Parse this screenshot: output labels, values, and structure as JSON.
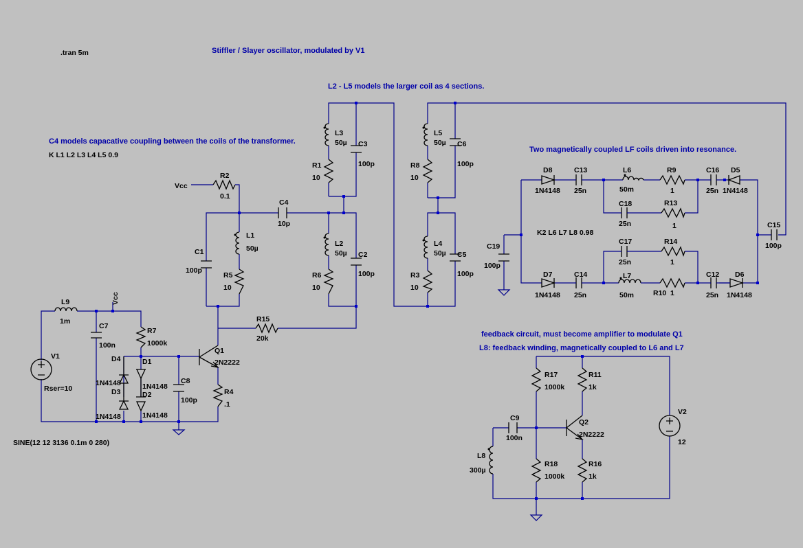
{
  "directives": {
    "tran": ".tran 5m",
    "coupling1": "K  L1 L2 L3 L4 L5 0.9",
    "coupling2": "K2 L6 L7 L8 0.98",
    "v1_source": "SINE(12 12 3136 0.1m 0 280)"
  },
  "comments": {
    "title": "Stiffler / Slayer oscillator, modulated by V1",
    "coil_sections": "L2 - L5 models the larger coil as 4 sections.",
    "c4_note": "C4 models capacative coupling between the coils of the transformer.",
    "lf_coils": "Two magnetically coupled LF coils driven into resonance.",
    "feedback1": "feedback circuit, must become amplifier to modulate Q1",
    "feedback2": "L8: feedback winding, magnetically coupled to L6 and L7"
  },
  "labels": {
    "vcc": "Vcc",
    "vcc2": "Vcc",
    "r2": "R2",
    "r2v": "0.1",
    "c4": "C4",
    "c4v": "10p",
    "l1": "L1",
    "l1v": "50µ",
    "r5": "R5",
    "r5v": "10",
    "c1": "C1",
    "c1v": "100p",
    "l2": "L2",
    "l2v": "50µ",
    "r6": "R6",
    "r6v": "10",
    "c2": "C2",
    "c2v": "100p",
    "l3": "L3",
    "l3v": "50µ",
    "r1": "R1",
    "r1v": "10",
    "c3": "C3",
    "c3v": "100p",
    "l5": "L5",
    "l5v": "50µ",
    "r8": "R8",
    "r8v": "10",
    "c6": "C6",
    "c6v": "100p",
    "l4": "L4",
    "l4v": "50µ",
    "r3": "R3",
    "r3v": "10",
    "c5": "C5",
    "c5v": "100p",
    "l9": "L9",
    "l9v": "1m",
    "v1": "V1",
    "rser": "Rser=10",
    "c7": "C7",
    "c7v": "100n",
    "r7": "R7",
    "r7v": "1000k",
    "d4": "D4",
    "d3": "D3",
    "d1": "D1",
    "d2": "D2",
    "d3v": "1N4148",
    "d4v": "1N4148",
    "d1v": "1N4148",
    "d2v": "1N4148",
    "c8": "C8",
    "c8v": "100p",
    "q1": "Q1",
    "q1v": "2N2222",
    "r4": "R4",
    "r4v": ".1",
    "r15": "R15",
    "r15v": "20k",
    "d8": "D8",
    "d8v": "1N4148",
    "c13": "C13",
    "c13v": "25n",
    "l6": "L6",
    "l6v": "50m",
    "r9": "R9",
    "r9v": "1",
    "c16": "C16",
    "c16v": "25n",
    "d5": "D5",
    "d5v": "1N4148",
    "c18": "C18",
    "c18v": "25n",
    "r13": "R13",
    "r13v": "1",
    "c19": "C19",
    "c19v": "100p",
    "c15": "C15",
    "c15v": "100p",
    "c17": "C17",
    "c17v": "25n",
    "r14": "R14",
    "r14v": "1",
    "d7": "D7",
    "d7v": "1N4148",
    "c14": "C14",
    "c14v": "25n",
    "l7": "L7",
    "l7v": "50m",
    "r10": "R10",
    "r10v": "1",
    "c12": "C12",
    "c12v": "25n",
    "d6": "D6",
    "d6v": "1N4148",
    "r17": "R17",
    "r17v": "1000k",
    "r11": "R11",
    "r11v": "1k",
    "c9": "C9",
    "c9v": "100n",
    "q2": "Q2",
    "q2v": "2N2222",
    "l8": "L8",
    "l8v": "300µ",
    "r18": "R18",
    "r18v": "1000k",
    "r16": "R16",
    "r16v": "1k",
    "v2": "V2",
    "v2v": "12"
  },
  "colors": {
    "background": "#c0c0c0",
    "wire": "#00008b",
    "comment": "#0000a8",
    "component": "#000000"
  }
}
